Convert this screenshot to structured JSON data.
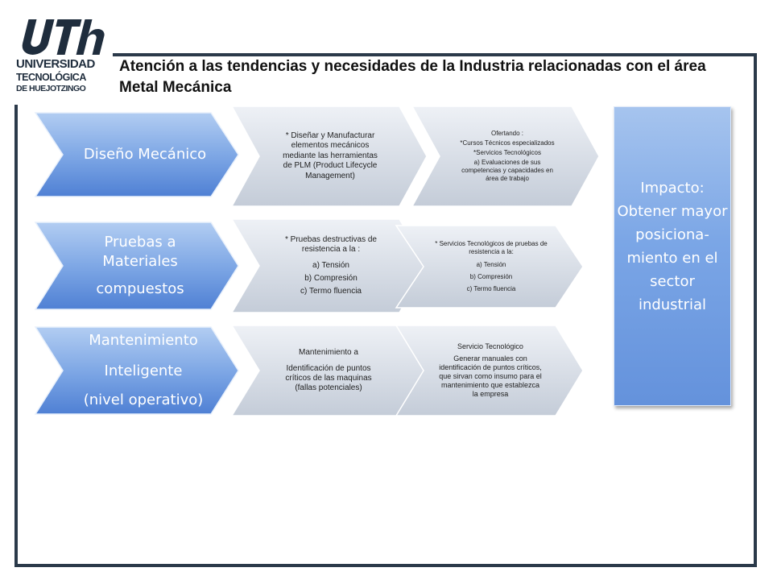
{
  "logo": {
    "mark": "UTh",
    "line1": "UNIVERSIDAD",
    "line2": "TECNOLÓGICA",
    "line3": "DE HUEJOTZINGO"
  },
  "title": "Atención a las tendencias y necesidades de la Industria relacionadas con el área Metal Mecánica",
  "rows": [
    {
      "category": [
        "Diseño Mecánico"
      ],
      "step1": [
        "* Diseñar y Manufacturar elementos mecánicos mediante las herramientas de PLM (Product Lifecycle Management)"
      ],
      "step2": [
        "Ofertando :",
        "*Cursos Técnicos especializados",
        "*Servicios Tecnológicos",
        "a) Evaluaciones de sus competencias y capacidades en área de trabajo"
      ]
    },
    {
      "category": [
        "Pruebas a Materiales",
        "compuestos"
      ],
      "step1": [
        "* Pruebas destructivas de resistencia a la :",
        "a) Tensión",
        "b) Compresión",
        "c) Termo fluencia"
      ],
      "step2": [
        "* Servicios Tecnológicos de pruebas de resistencia a la:",
        "a) Tensión",
        "b) Compresión",
        "c) Termo fluencia"
      ]
    },
    {
      "category": [
        "Mantenimiento",
        "Inteligente",
        "(nivel operativo)"
      ],
      "step1": [
        "Mantenimiento a",
        "Identificación de puntos críticos de las maquinas (fallas potenciales)"
      ],
      "step2": [
        "Servicio Tecnológico",
        "Generar manuales con identificación de puntos críticos, que sirvan como insumo para el mantenimiento que establezca la empresa"
      ]
    }
  ],
  "impact": "Impacto: Obtener mayor posiciona-miento en el sector industrial",
  "colors": {
    "frame": "#2b3a4a",
    "blue_light": "#b2cdf2",
    "blue_dark": "#4f80d4",
    "gray_light": "#eef1f6",
    "gray_dark": "#c4ccd8"
  }
}
